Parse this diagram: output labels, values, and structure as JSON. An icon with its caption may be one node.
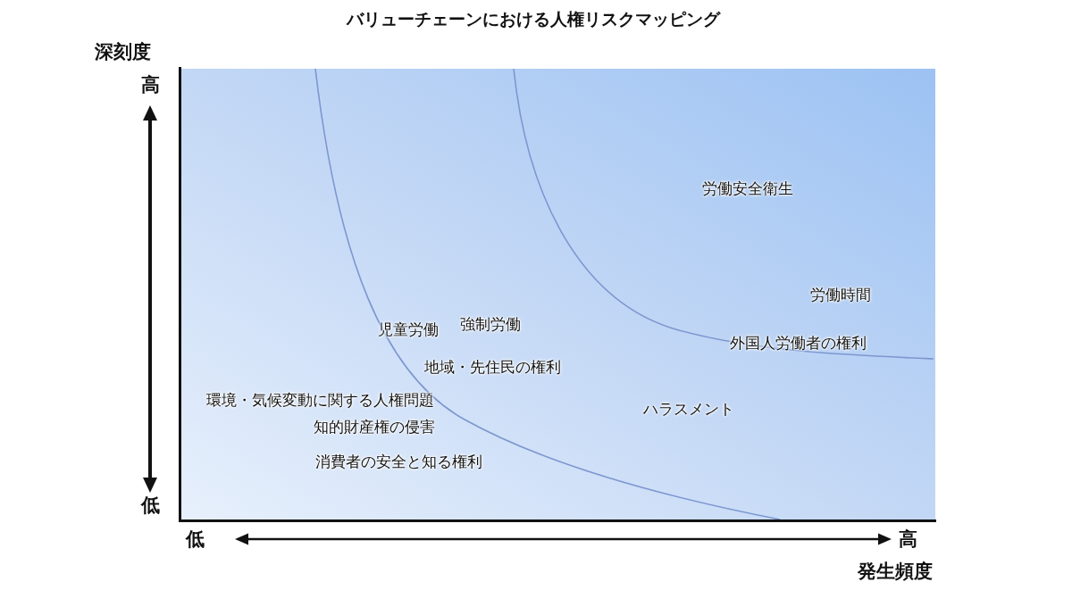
{
  "diagram": {
    "title": "バリューチェーンにおける人権リスクマッピング",
    "labels": [
      "深刻度",
      "高",
      "労働安全衛生",
      "労働時間",
      "強制労働",
      "児童労働",
      "外国人労働者の権利",
      "地域・先住民の権利",
      "環境・気候変動に関する人権問題",
      "ハラスメント",
      "知的財産権の侵害",
      "消費者の安全と知る権利",
      "低",
      "低",
      "高",
      "発生頻度"
    ]
  }
}
